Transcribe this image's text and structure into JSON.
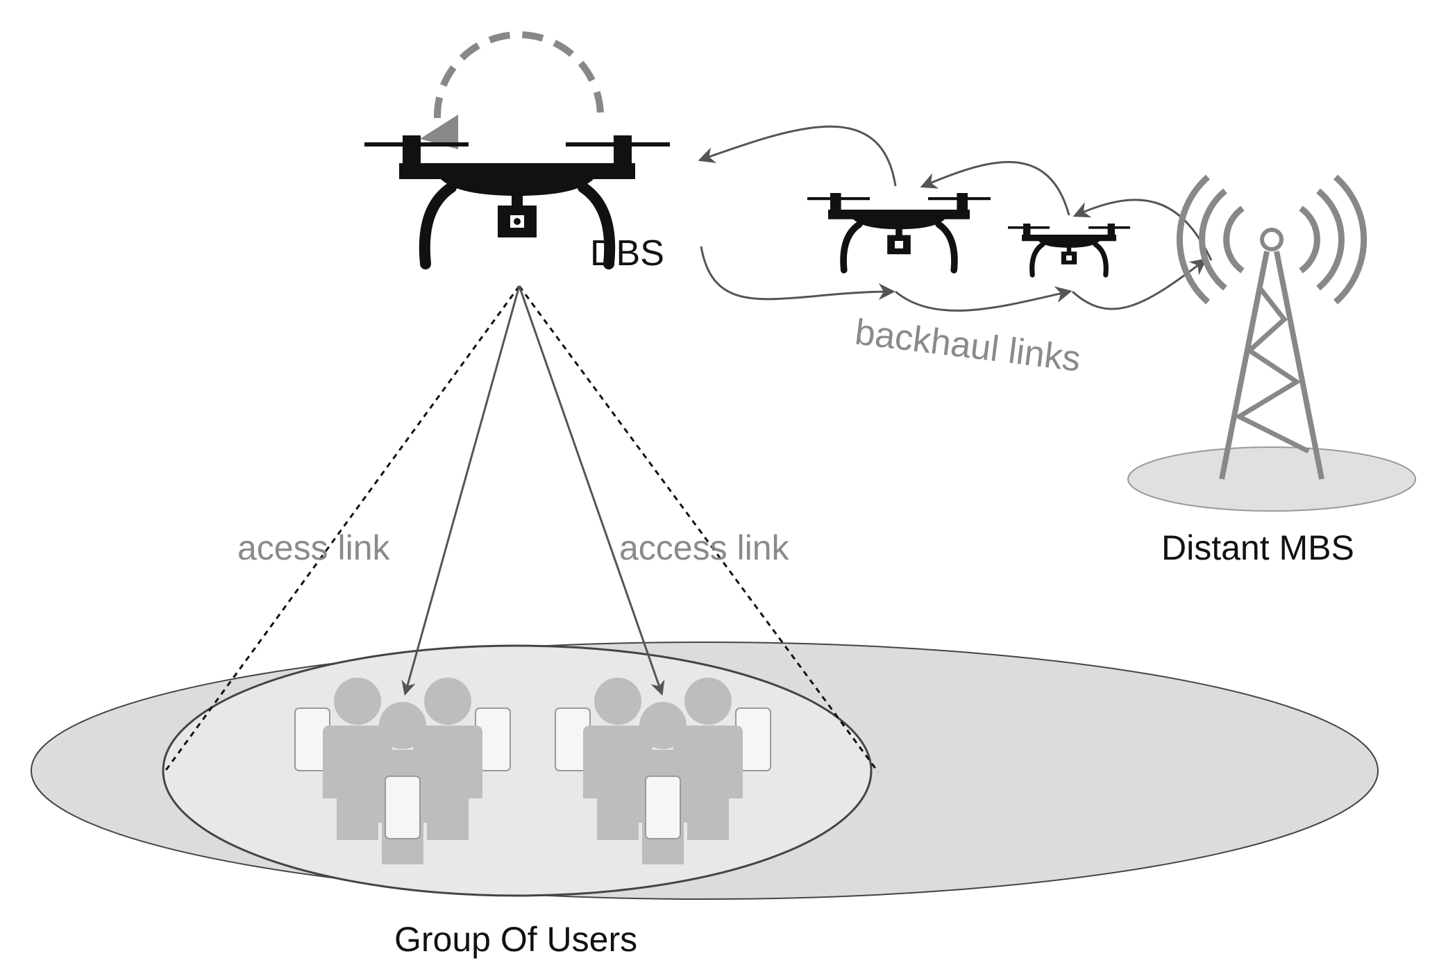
{
  "labels": {
    "dbs": "DBS",
    "backhaul": "backhaul links",
    "access_left": "acess link",
    "access_right": "access link",
    "mbs": "Distant MBS",
    "users": "Group Of Users"
  },
  "colors": {
    "drone": "#111111",
    "link": "#555555",
    "faint_text": "#8a8a8a",
    "tower": "#888888",
    "coverage_large": "#dcdcdc",
    "coverage_small": "#e8e8e8",
    "users": "#bdbdbd"
  },
  "icons": [
    "drone-icon",
    "camera-icon",
    "cell-tower-icon",
    "people-group-icon",
    "phone-icon"
  ]
}
